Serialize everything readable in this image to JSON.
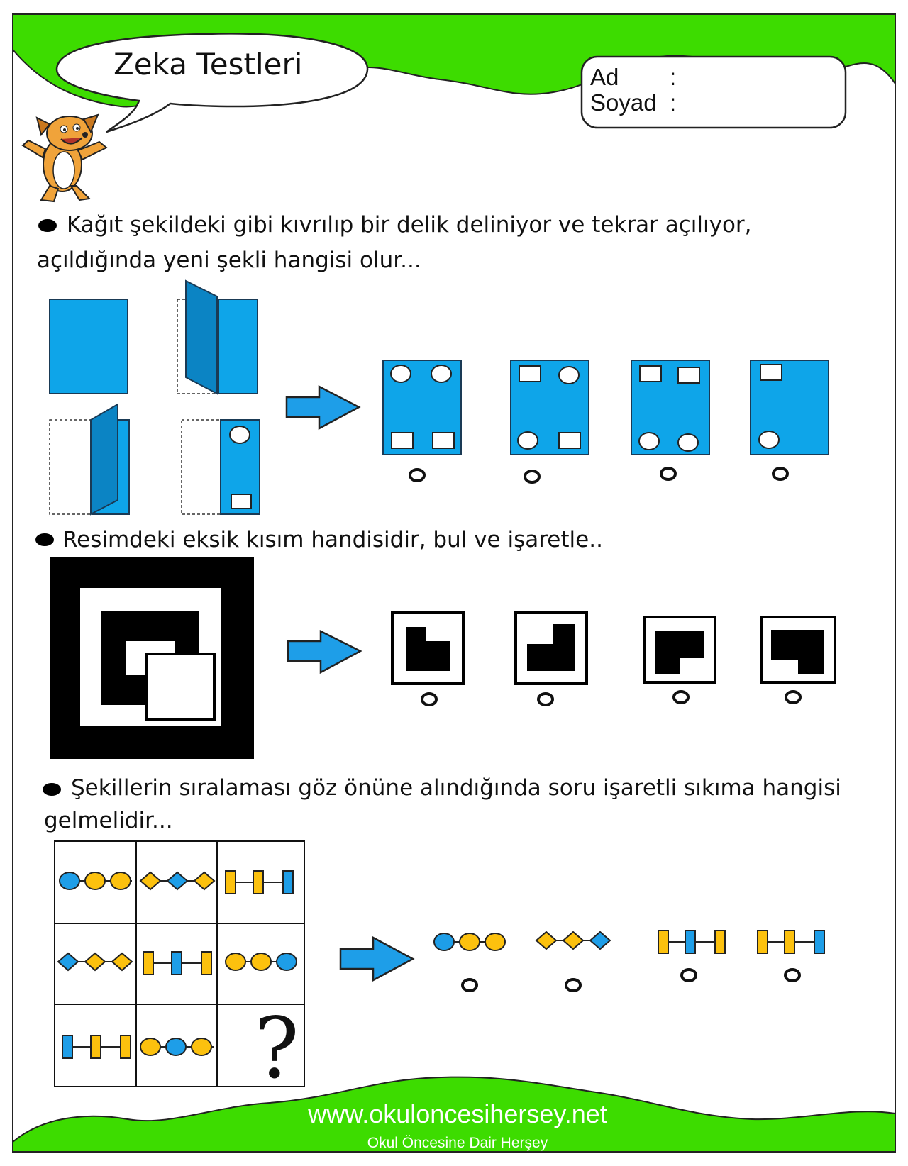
{
  "header": {
    "title": "Zeka Testleri",
    "name_label": "Ad",
    "surname_label": "Soyad",
    "field_colon": ":"
  },
  "questions": [
    {
      "line1": "Kağıt şekildeki gibi kıvrılıp bir delik deliniyor ve tekrar açılıyor,",
      "line2": "açıldığında yeni şekli hangisi olur..."
    },
    {
      "line1": "Resimdeki eksik kısım handisidir, bul ve işaretle.."
    },
    {
      "line1": "Şekillerin sıralaması göz önüne alındığında soru işaretli sıkıma hangisi",
      "line2": "gelmelidir..."
    }
  ],
  "puzzle": {
    "missing_cell": "?"
  },
  "footer": {
    "url": "www.okuloncesihersey.net",
    "tagline": "Okul Öncesine Dair Herşey"
  },
  "colors": {
    "green": "#3ddc00",
    "paper_blue": "#0ea5e9",
    "blue_dark": "#0b84c4",
    "arrow_blue": "#1e9ee8",
    "bead_yellow": "#fcc10e",
    "bead_blue": "#1e9ee8"
  },
  "icons": {
    "mascot": "dog-mascot-icon",
    "arrow": "right-arrow-icon",
    "answer": "answer-circle-icon"
  }
}
